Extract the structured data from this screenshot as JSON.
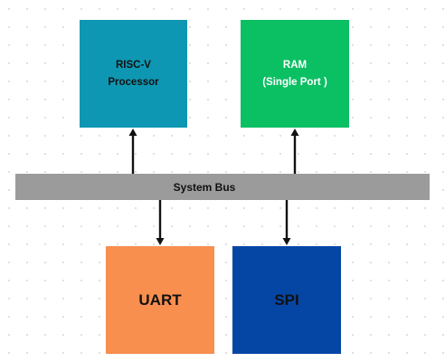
{
  "diagram": {
    "cpu": {
      "line1": "RISC-V",
      "line2": "Processor"
    },
    "ram": {
      "line1": "RAM",
      "line2": "(Single Port )"
    },
    "bus": {
      "label": "System Bus"
    },
    "uart": {
      "label": "UART"
    },
    "spi": {
      "label": "SPI"
    }
  },
  "colors": {
    "cpu": "#0e97b3",
    "ram": "#0bbf63",
    "bus": "#9b9b9b",
    "uart": "#f98f4e",
    "spi": "#0546a5",
    "arrow": "#111111",
    "background_dots": "#d9d9d9"
  }
}
